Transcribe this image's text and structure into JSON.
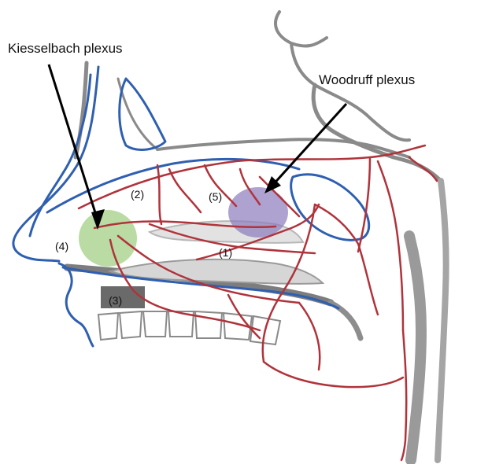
{
  "labels": {
    "kiesselbach": "Kiesselbach plexus",
    "woodruff": "Woodruff plexus",
    "n1": "(1)",
    "n2": "(2)",
    "n3": "(3)",
    "n4": "(4)",
    "n5": "(5)"
  },
  "colors": {
    "artery": "#b0333b",
    "outline": "#2f5fb0",
    "bone": "#8a8a8a",
    "kiesselbach_region": "#9ccc7c",
    "woodruff_region": "#8c7bbd",
    "arrow": "#000000"
  }
}
